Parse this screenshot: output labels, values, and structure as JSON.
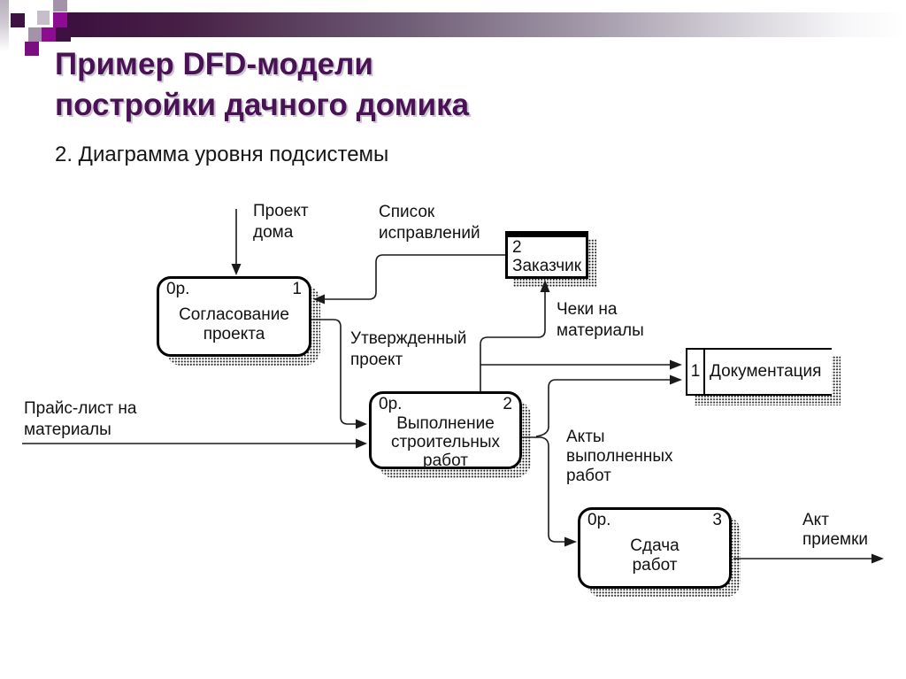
{
  "slide": {
    "title": "Пример DFD-модели\nпостройки дачного домика",
    "subtitle": "2. Диаграмма уровня подсистемы",
    "accent_colors": {
      "title_purple": "#4b1156",
      "bar_dark_purple": "#3a0e3e",
      "square_magenta": "#8e0c92",
      "square_gray_lavender": "#a393a8",
      "square_dark_purple": "#3f1043"
    }
  },
  "diagram": {
    "processes": [
      {
        "node_prefix": "0р.",
        "node_number": "1",
        "label": "Согласование\nпроекта"
      },
      {
        "node_prefix": "0р.",
        "node_number": "2",
        "label": "Выполнение\nстроительных\nработ"
      },
      {
        "node_prefix": "0р.",
        "node_number": "3",
        "label": "Сдача\nработ"
      }
    ],
    "external_entity": {
      "number": "2",
      "label": "Заказчик"
    },
    "data_store": {
      "number": "1",
      "label": "Документация"
    },
    "flows": {
      "house_project": "Проект\nдома",
      "corrections_list": "Список\nисправлений",
      "approved_project": "Утвержденный\nпроект",
      "price_list": "Прайс-лист на\nматериалы",
      "material_receipts": "Чеки на\nматериалы",
      "completed_work_acts": "Акты\nвыполненных\nработ",
      "acceptance_act": "Акт\nприемки"
    }
  }
}
